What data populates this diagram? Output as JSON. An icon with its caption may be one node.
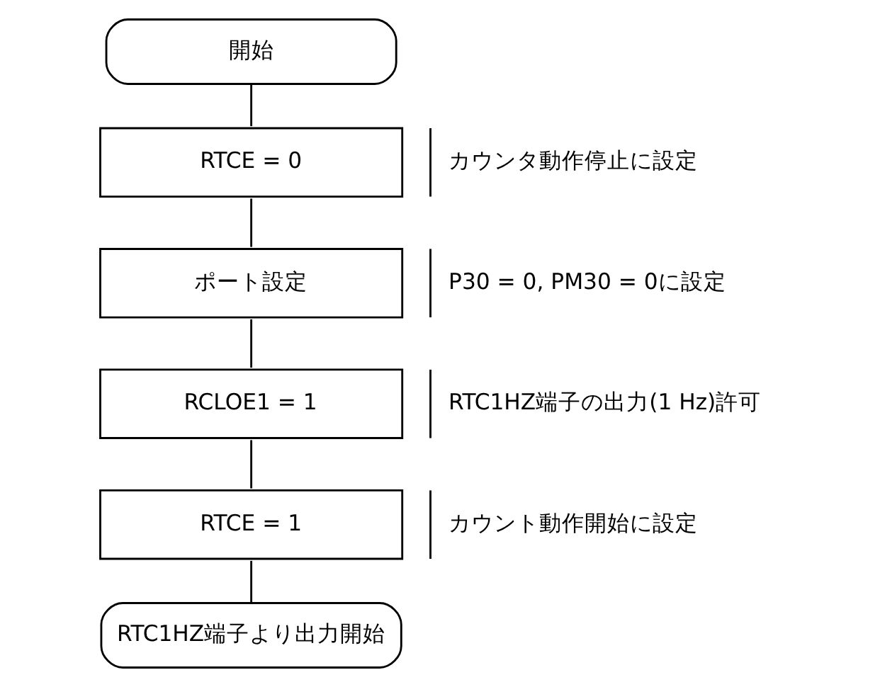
{
  "diagram": {
    "nodes": [
      {
        "text": [
          "開始"
        ]
      },
      {
        "text": [
          "RTCE = 0"
        ],
        "beside": [
          "カウンタ動作停止に設定"
        ]
      },
      {
        "text": [
          "ポート設定"
        ],
        "beside": [
          "P30 = 0, PM30 = 0に設定"
        ]
      },
      {
        "text": [
          "RCLOE1 = 1"
        ],
        "beside": [
          "RTC1HZ端子の出力(1 Hz)許可"
        ]
      },
      {
        "text": [
          "RTCE = 1"
        ],
        "beside": [
          "カウント動作開始に設定"
        ]
      },
      {
        "text": [
          "RTC1HZ端子より出力開始"
        ]
      }
    ],
    "edges": [
      {
        "from": 0,
        "to": 1,
        "arrow": "none"
      },
      {
        "from": 1,
        "to": 2,
        "arrow": "none"
      },
      {
        "from": 2,
        "to": 3,
        "arrow": "none"
      },
      {
        "from": 3,
        "to": 4,
        "arrow": "none"
      },
      {
        "from": 4,
        "to": 5,
        "arrow": "none"
      }
    ]
  }
}
